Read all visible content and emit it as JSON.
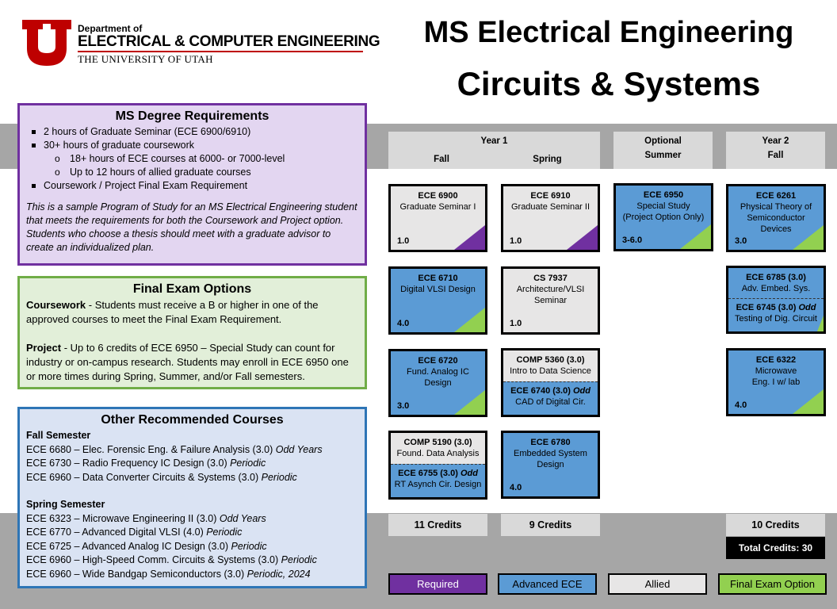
{
  "header": {
    "dept_line1": "Department of",
    "dept_line2": "ELECTRICAL & COMPUTER ENGINEERING",
    "dept_line3": "THE UNIVERSITY OF UTAH",
    "title_line1": "MS Electrical Engineering",
    "title_line2": "Circuits & Systems"
  },
  "requirements": {
    "heading": "MS Degree Requirements",
    "items": [
      "2 hours of Graduate Seminar (ECE 6900/6910)",
      "30+ hours of graduate coursework",
      "18+ hours of ECE courses  at 6000- or 7000-level",
      "Up to 12 hours of allied graduate courses",
      " Coursework / Project Final Exam Requirement"
    ],
    "note": "This is a sample Program of Study for an MS Electrical Engineering student that meets the requirements for both the Coursework and Project option. Students who choose a thesis should meet with a graduate advisor to create an individualized plan."
  },
  "final_exam": {
    "heading": "Final Exam Options",
    "coursework_label": "Coursework",
    "coursework_text": " - Students must receive a B or higher in one of the approved courses to meet the Final Exam Requirement.",
    "project_label": "Project",
    "project_text": " - Up to 6 credits of ECE 6950  – Special Study can count for industry or on-campus research. Students may enroll in ECE 6950  one or more times during Spring, Summer, and/or Fall semesters."
  },
  "other_courses": {
    "heading": "Other Recommended Courses",
    "fall_heading": "Fall Semester",
    "fall": [
      {
        "text": "ECE 6680  – Elec. Forensic Eng. & Failure Analysis (3.0) ",
        "tag": "Odd Years"
      },
      {
        "text": "ECE 6730  –  Radio Frequency IC Design (3.0) ",
        "tag": "Periodic"
      },
      {
        "text": "ECE 6960  – Data Converter Circuits & Systems (3.0) ",
        "tag": "Periodic"
      }
    ],
    "spring_heading": "Spring Semester",
    "spring": [
      {
        "text": "ECE 6323  – Microwave Engineering II (3.0) ",
        "tag": "Odd Years"
      },
      {
        "text": "ECE 6770  – Advanced Digital VLSI (4.0) ",
        "tag": "Periodic"
      },
      {
        "text": "ECE 6725  – Advanced Analog IC Design (3.0) ",
        "tag": "Periodic"
      },
      {
        "text": "ECE 6960  – High-Speed Comm. Circuits & Systems (3.0) ",
        "tag": "Periodic"
      },
      {
        "text": "ECE 6960  – Wide Bandgap Semiconductors (3.0) ",
        "tag": "Periodic, 2024"
      }
    ]
  },
  "grid": {
    "year1": "Year 1",
    "fall": "Fall",
    "spring": "Spring",
    "optional": "Optional",
    "summer": "Summer",
    "year2": "Year 2",
    "fall2": "Fall"
  },
  "courses": {
    "ece6900": {
      "code": "ECE 6900",
      "name": "Graduate Seminar I",
      "credits": "1.0"
    },
    "ece6910": {
      "code": "ECE 6910",
      "name": "Graduate Seminar II",
      "credits": "1.0"
    },
    "ece6950": {
      "code": "ECE 6950",
      "name": "Special Study (Project Option Only)",
      "credits": "3-6.0"
    },
    "ece6261": {
      "code": "ECE 6261",
      "name": "Physical Theory of Semiconductor Devices",
      "credits": "3.0"
    },
    "ece6710": {
      "code": "ECE 6710",
      "name": "Digital VLSI Design",
      "credits": "4.0"
    },
    "cs7937": {
      "code": "CS 7937",
      "name": "Architecture/VLSI Seminar",
      "credits": "1.0"
    },
    "ece6785": {
      "code": "ECE 6785 (3.0)",
      "name": "Adv. Embed. Sys.",
      "alt_code": "ECE 6745 (3.0) ",
      "alt_tag": "Odd",
      "alt_name": "Testing of Dig. Circuit"
    },
    "ece6720": {
      "code": "ECE 6720",
      "name": "Fund. Analog IC Design",
      "credits": "3.0"
    },
    "comp5360": {
      "code": "COMP 5360 (3.0)",
      "name": "Intro to Data Science",
      "alt_code": "ECE 6740 (3.0) ",
      "alt_tag": "Odd",
      "alt_name": "CAD of Digital Cir."
    },
    "ece6322": {
      "code": "ECE 6322",
      "name": "Microwave Eng. I w/ lab",
      "credits": "4.0"
    },
    "comp5190": {
      "code": "COMP 5190 (3.0)",
      "name": "Found. Data Analysis",
      "alt_code": "ECE 6755 (3.0) ",
      "alt_tag": "Odd",
      "alt_name": "RT Asynch Cir. Design"
    },
    "ece6780": {
      "code": "ECE 6780",
      "name": "Embedded System Design",
      "credits": "4.0"
    }
  },
  "totals": {
    "fall1": "11 Credits",
    "spring1": "9 Credits",
    "fall2": "10 Credits",
    "total": "Total Credits: 30"
  },
  "legend": {
    "required": "Required",
    "advanced": "Advanced ECE",
    "allied": "Allied",
    "final": "Final Exam Option"
  },
  "colors": {
    "required": "#7030a0",
    "advanced": "#5b9bd5",
    "allied": "#e7e6e6",
    "final": "#92d050",
    "utah_red": "#be0000"
  }
}
